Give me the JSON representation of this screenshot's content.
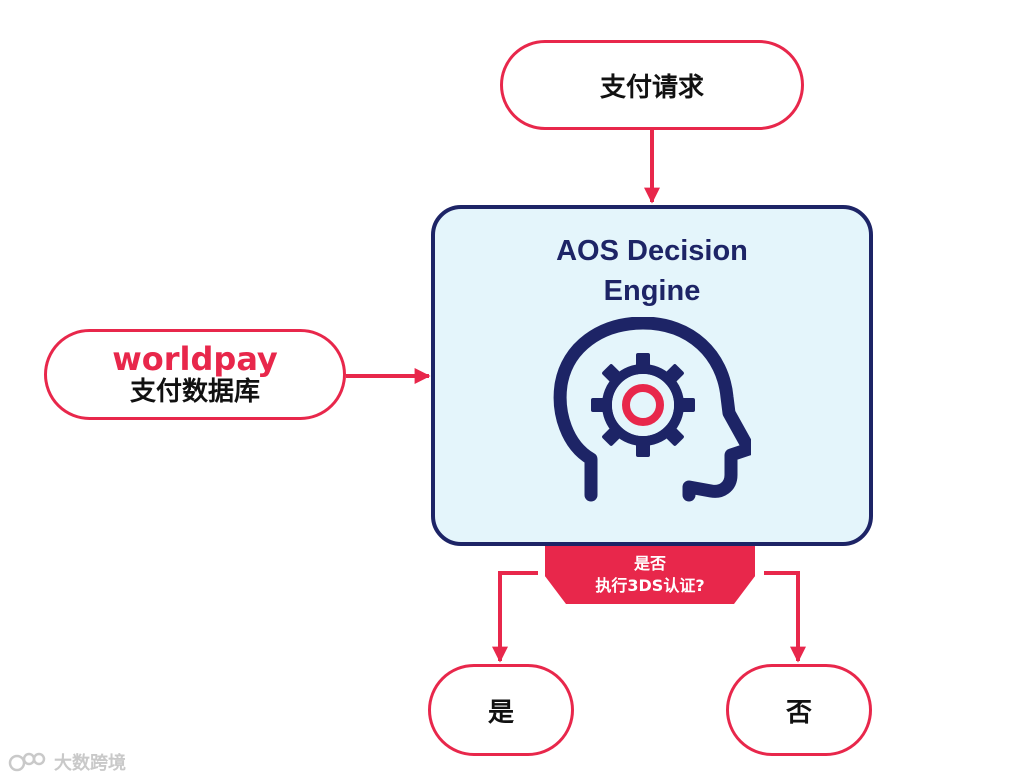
{
  "nodes": {
    "payment_request": "支付请求",
    "engine_title": "AOS Decision\nEngine",
    "database_brand": "worldpay",
    "database_label": "支付数据库",
    "decision_line1": "是否",
    "decision_line2": "执行3DS认证?",
    "yes": "是",
    "no": "否"
  },
  "watermark": "大数跨境",
  "colors": {
    "accent_red": "#e8274b",
    "navy": "#1d2466",
    "engine_fill": "#e4f5fb"
  },
  "icons": [
    "head-gear-icon",
    "arrow-icon",
    "watermark-logo-icon"
  ]
}
